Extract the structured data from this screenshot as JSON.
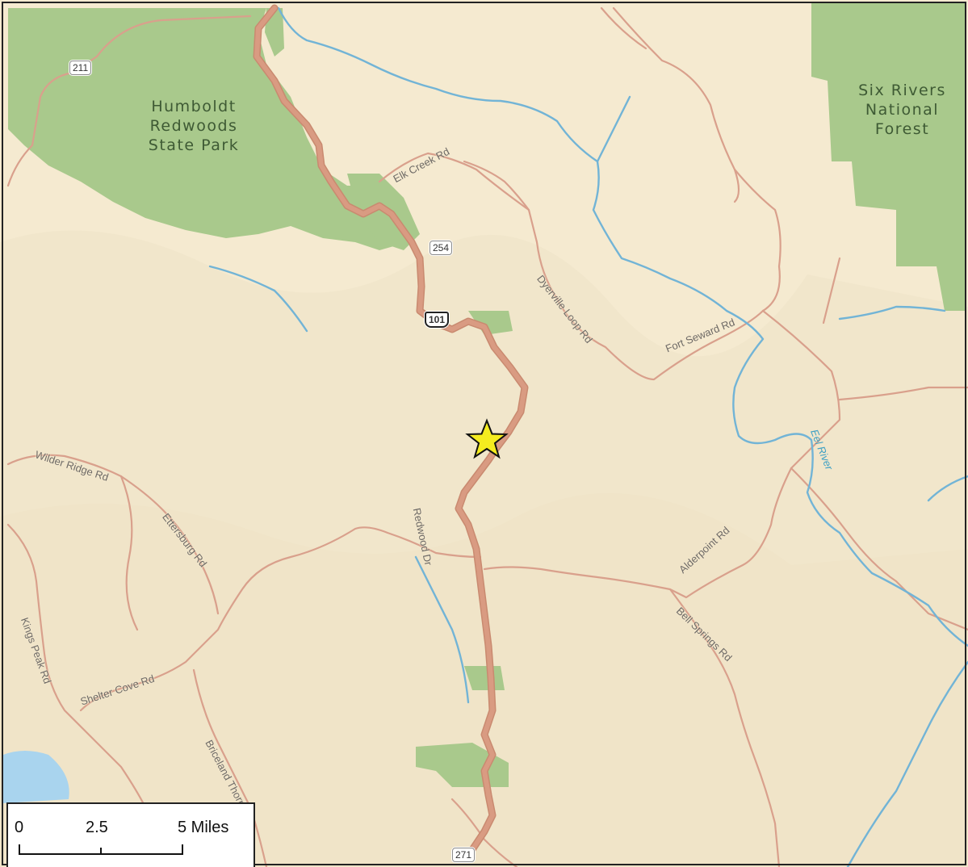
{
  "colors": {
    "land": "#f5ead0",
    "park": "#a9c98c",
    "road": "#d9a08c",
    "highway": "#d99b82",
    "river": "#72b4d6",
    "water": "#a9d4ee",
    "star": "#f5ec1f"
  },
  "parks": {
    "humboldt": "Humboldt\nRedwoods\nState Park",
    "six_rivers": "Six Rivers\nNational\nForest"
  },
  "roads": {
    "elk_creek": "Elk Creek Rd",
    "dyerville": "Dyerville Loop Rd",
    "fort_seward": "Fort Seward Rd",
    "wilder": "Wilder Ridge Rd",
    "ettersburg": "Ettersburg Rd",
    "redwood": "Redwood Dr",
    "alderpoint": "Alderpoint Rd",
    "bell_springs": "Bell Springs Rd",
    "kings_peak": "Kings Peak Rd",
    "shelter_cove": "Shelter Cove Rd",
    "briceland": "Briceland Thorn"
  },
  "river": {
    "eel": "Eel River"
  },
  "shields": {
    "s211": "211",
    "s254": "254",
    "us101": "101",
    "s271": "271"
  },
  "marker": {
    "icon": "star-icon"
  },
  "scale": {
    "t0": "0",
    "t1": "2.5",
    "t2": "5 Miles"
  }
}
